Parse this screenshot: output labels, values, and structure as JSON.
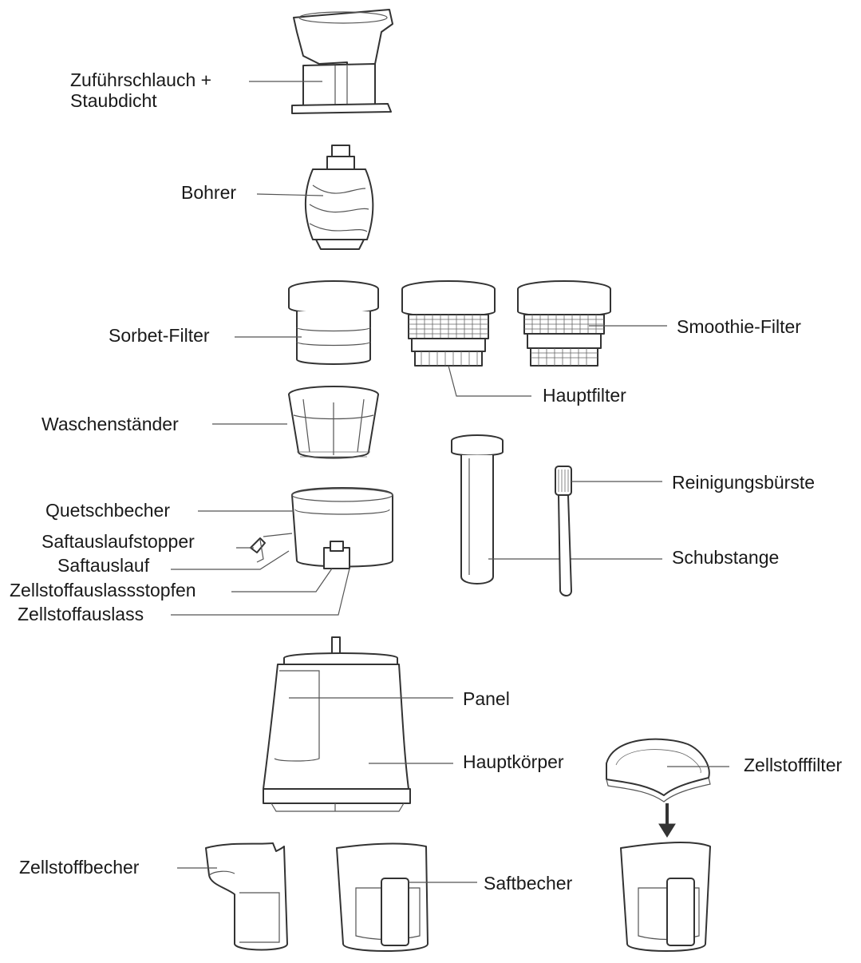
{
  "labels": {
    "feed_chute": [
      "Zuführschlauch +",
      "Staubdicht"
    ],
    "auger": "Bohrer",
    "sorbet_filter": "Sorbet-Filter",
    "main_filter": "Hauptfilter",
    "smoothie_filter": "Smoothie-Filter",
    "wash_stand": "Waschenständer",
    "squeeze_cup": "Quetschbecher",
    "juice_outlet_stopper": "Saftauslaufstopper",
    "juice_outlet": "Saftauslauf",
    "pulp_outlet_stopper": "Zellstoffauslassstopfen",
    "pulp_outlet": "Zellstoffauslass",
    "cleaning_brush": "Reinigungsbürste",
    "pusher": "Schubstange",
    "panel": "Panel",
    "main_body": "Hauptkörper",
    "pulp_filter": "Zellstofffilter",
    "pulp_cup": "Zellstoffbecher",
    "juice_cup": "Saftbecher"
  },
  "colors": {
    "line": "#333333",
    "text": "#1a1a1a"
  }
}
